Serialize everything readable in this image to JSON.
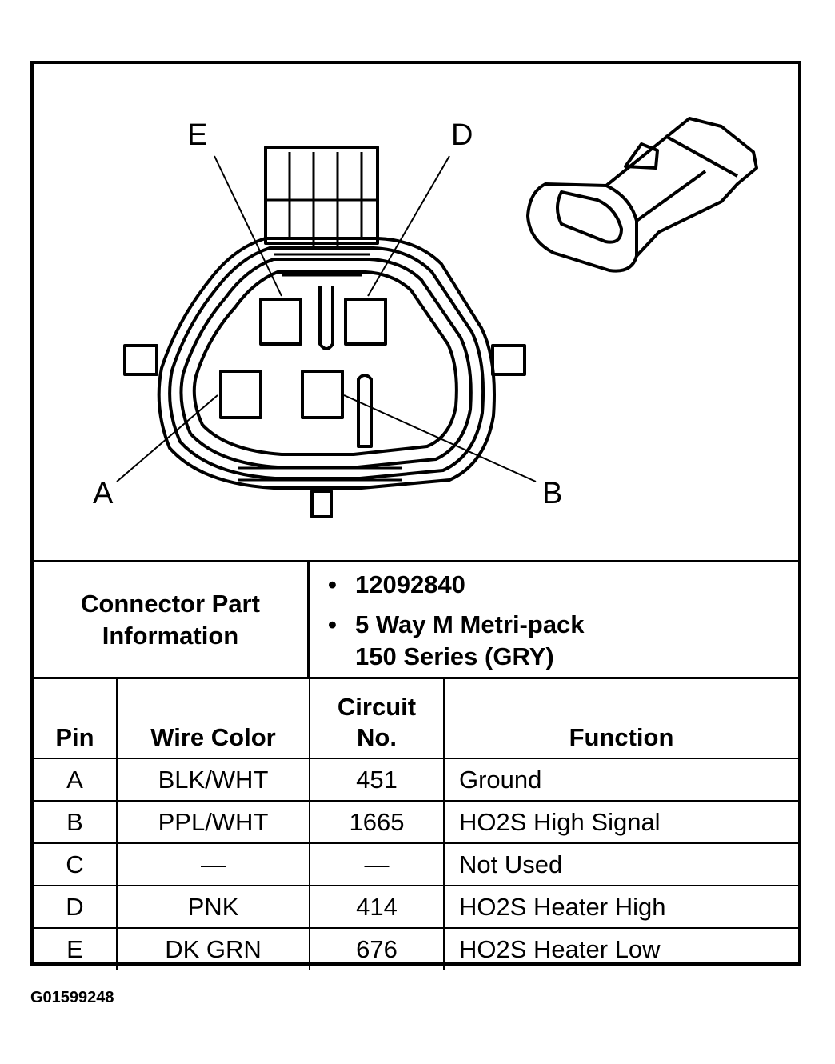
{
  "diagram": {
    "pin_labels": {
      "a": "A",
      "b": "B",
      "d": "D",
      "e": "E"
    }
  },
  "connector_info": {
    "label": "Connector Part Information",
    "items": [
      "12092840",
      "5 Way M Metri-pack 150 Series (GRY)"
    ],
    "bullet": "•"
  },
  "table": {
    "headers": {
      "pin": "Pin",
      "wire_color": "Wire Color",
      "circuit": "Circuit No.",
      "function": "Function"
    },
    "rows": [
      {
        "pin": "A",
        "wire_color": "BLK/WHT",
        "circuit": "451",
        "function": "Ground"
      },
      {
        "pin": "B",
        "wire_color": "PPL/WHT",
        "circuit": "1665",
        "function": "HO2S High Signal"
      },
      {
        "pin": "C",
        "wire_color": "—",
        "circuit": "—",
        "function": "Not Used"
      },
      {
        "pin": "D",
        "wire_color": "PNK",
        "circuit": "414",
        "function": "HO2S Heater High"
      },
      {
        "pin": "E",
        "wire_color": "DK GRN",
        "circuit": "676",
        "function": "HO2S Heater Low"
      }
    ]
  },
  "figure_id": "G01599248"
}
